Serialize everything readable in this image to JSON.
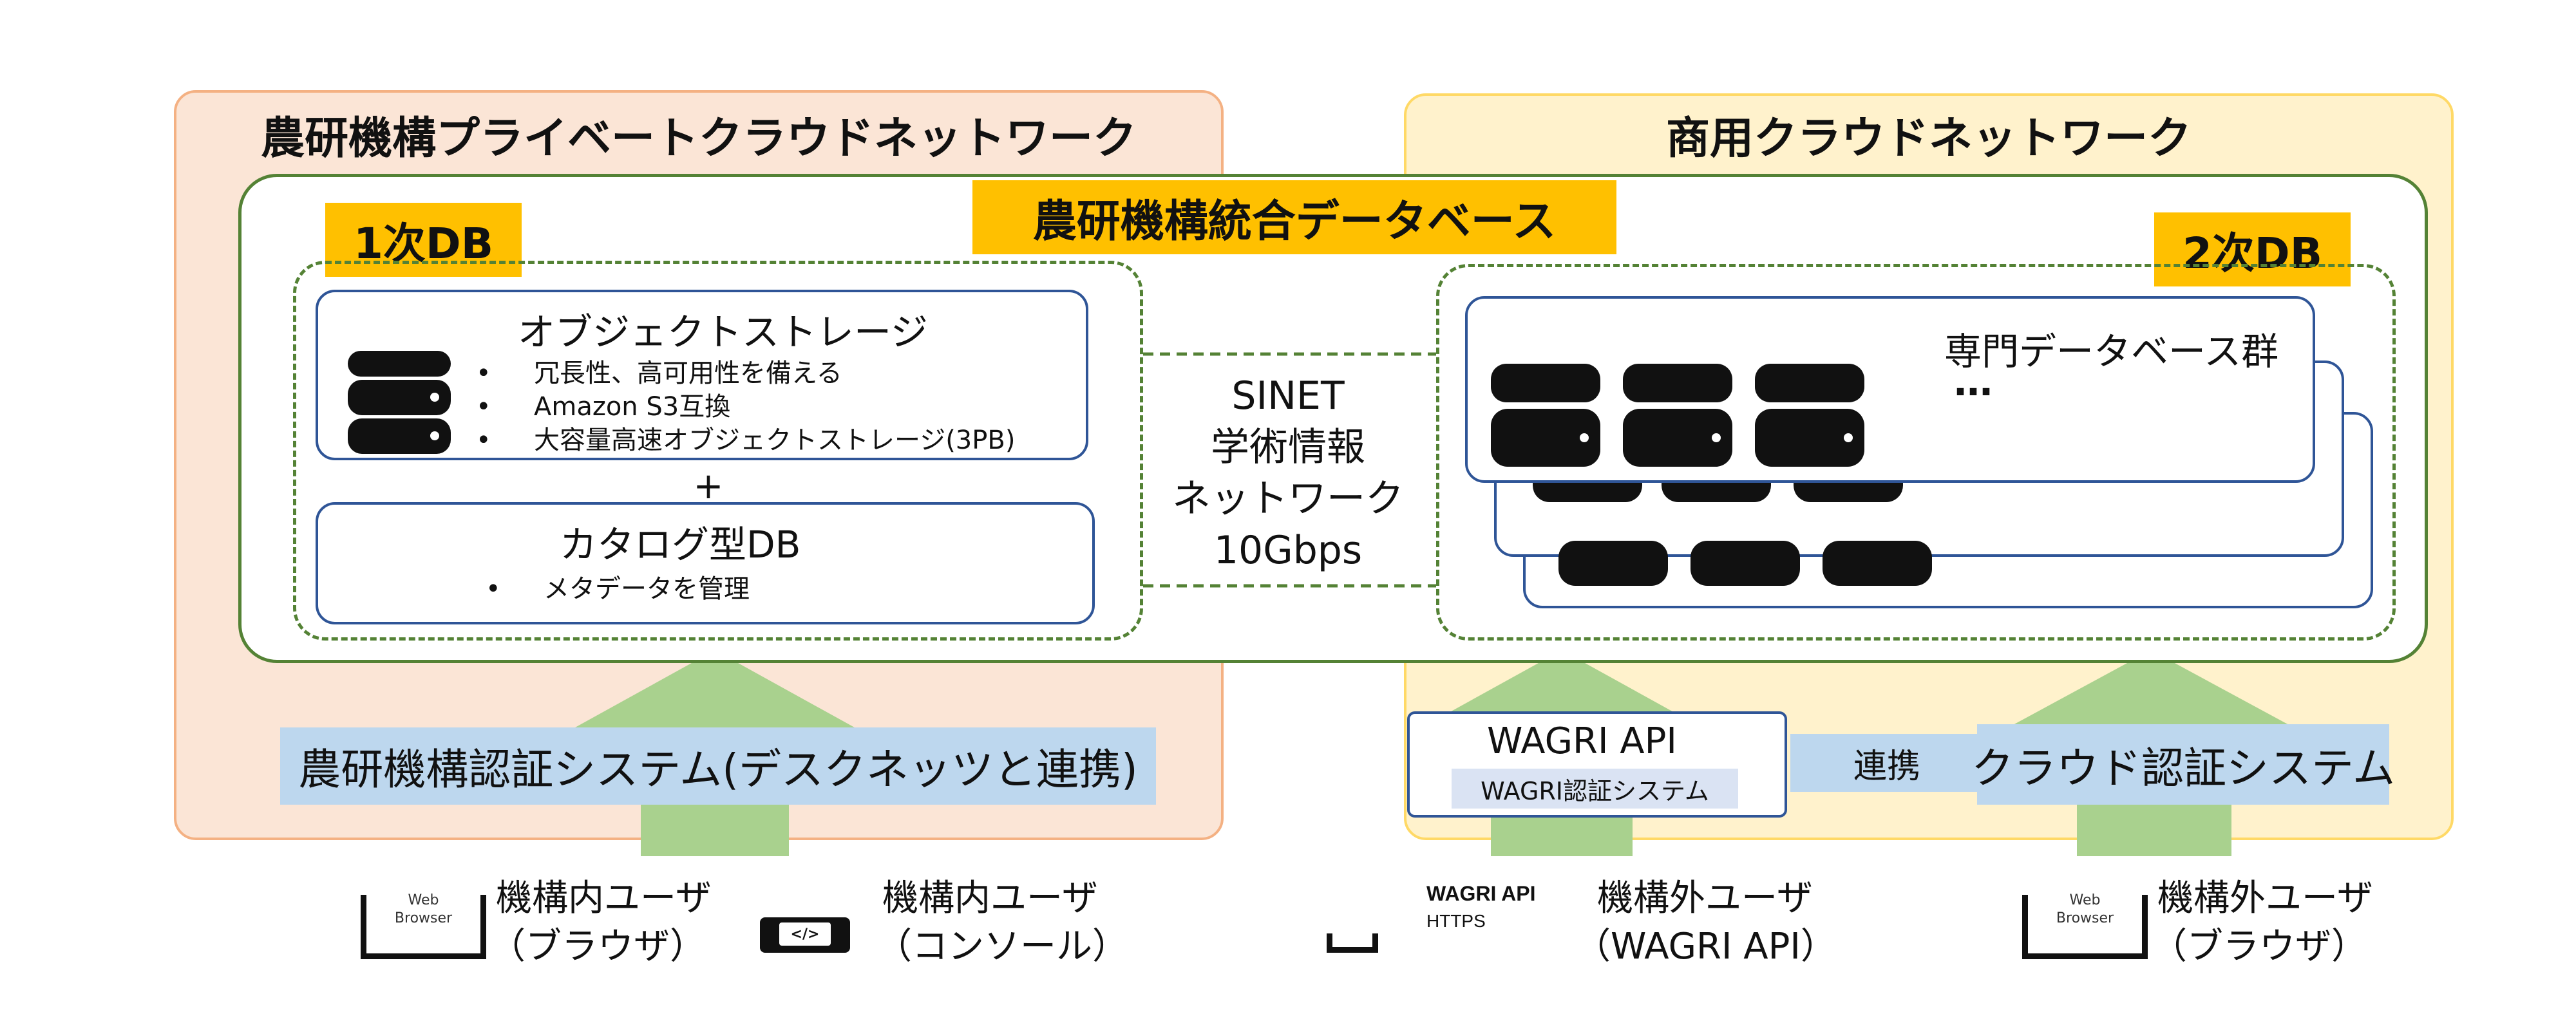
{
  "left_region": {
    "title": "農研機構プライベートクラウドネットワーク"
  },
  "right_region": {
    "title": "商用クラウドネットワーク"
  },
  "integrated_db": {
    "title": "農研機構統合データベース"
  },
  "primary_db": {
    "label": "1次DB",
    "object_storage": {
      "title": "オブジェクトストレージ",
      "bullets": [
        "冗長性、高可用性を備える",
        "Amazon S3互換",
        "大容量高速オブジェクトストレージ(3PB)"
      ]
    },
    "plus": "+",
    "catalog_db": {
      "title": "カタログ型DB",
      "bullets": [
        "メタデータを管理"
      ]
    }
  },
  "network_link": {
    "lines": [
      "SINET",
      "学術情報",
      "ネットワーク",
      "10Gbps"
    ]
  },
  "secondary_db": {
    "label": "2次DB",
    "title": "専門データベース群",
    "ellipsis": "…"
  },
  "auth": {
    "naro": "農研機構認証システム(デスクネッツと連携)",
    "cloud": "クラウド認証システム",
    "link": "連携"
  },
  "wagri": {
    "title": "WAGRI API",
    "auth": "WAGRI認証システム"
  },
  "users": [
    {
      "name": "機構内ユーザ",
      "via": "（ブラウザ）",
      "icon_text": [
        "Web",
        "Browser"
      ]
    },
    {
      "name": "機構内ユーザ",
      "via": "（コンソール）",
      "icon_text": [
        "</>"
      ]
    },
    {
      "name": "機構外ユーザ",
      "via": "（WAGRI API）",
      "icon_text": [
        "WAGRI API",
        "HTTPS"
      ]
    },
    {
      "name": "機構外ユーザ",
      "via": "（ブラウザ）",
      "icon_text": [
        "Web",
        "Browser"
      ]
    }
  ],
  "colors": {
    "left_bg": "#fbe5d6",
    "left_border": "#f4b183",
    "right_bg": "#fff2cc",
    "right_border": "#ffd966",
    "db_border": "#548235",
    "label_bg": "#ffc000",
    "box_border": "#2f5597",
    "auth_bg": "#bdd7ee",
    "arrow": "#a9d18e"
  }
}
